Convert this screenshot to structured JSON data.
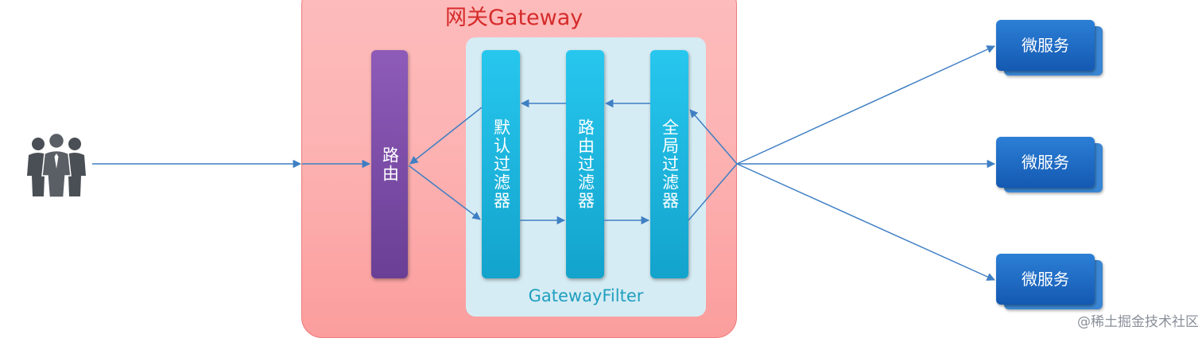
{
  "gateway": {
    "title": "网关Gateway"
  },
  "route": {
    "label": "路由"
  },
  "filter_panel": {
    "label": "GatewayFilter"
  },
  "filters": [
    {
      "label": "默认过滤器"
    },
    {
      "label": "路由过滤器"
    },
    {
      "label": "全局过滤器"
    }
  ],
  "microservices": [
    {
      "label": "微服务"
    },
    {
      "label": "微服务"
    },
    {
      "label": "微服务"
    }
  ],
  "watermark": "@稀土掘金技术社区",
  "icons": {
    "users": "users-group-icon"
  },
  "colors": {
    "gateway_text": "#d62b2b",
    "route_bar": "#7b4ea8",
    "filter_bar": "#1fb6e0",
    "microservice": "#1e6cc8",
    "arrow": "#3f7fc3"
  }
}
